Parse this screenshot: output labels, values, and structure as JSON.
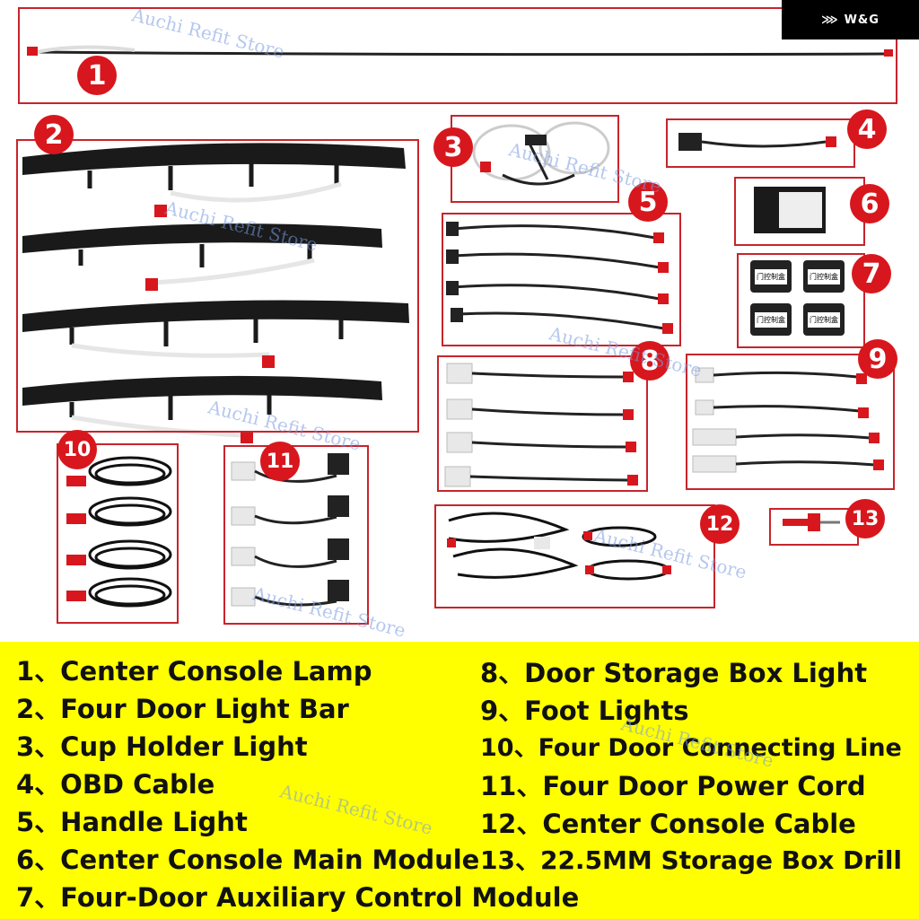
{
  "brand": {
    "label": "W&G"
  },
  "watermark": "Auchi Refit Store",
  "badges": [
    "1",
    "2",
    "3",
    "4",
    "5",
    "6",
    "7",
    "8",
    "9",
    "10",
    "11",
    "12",
    "13"
  ],
  "module_label": "门控制盒",
  "legend": [
    "1、Center Console Lamp",
    "2、Four Door Light Bar",
    "3、Cup Holder Light",
    "4、OBD Cable",
    "5、Handle Light",
    "6、Center Console Main Module",
    "7、Four-Door Auxiliary Control Module",
    "8、Door Storage Box Light",
    "9、Foot Lights",
    "10、Four Door Connecting Line",
    "11、Four Door Power Cord",
    "12、Center Console Cable",
    "13、22.5MM Storage Box Drill"
  ],
  "colors": {
    "accent": "#d7171d",
    "legend_bg": "#ffff00",
    "watermark": "#7a9be0"
  }
}
